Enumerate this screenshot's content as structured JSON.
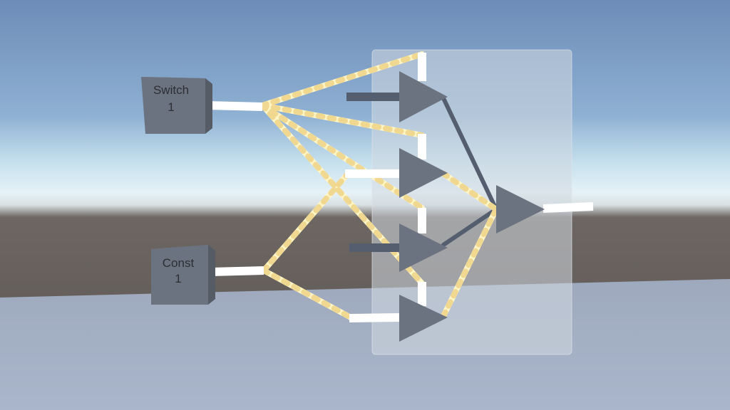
{
  "scene": {
    "colors": {
      "sky_top": "#6d8cb8",
      "sky_horizon": "#e6f2f7",
      "ground": "#5f5a57",
      "floor": "#a9b6cb",
      "block": "#6b7380",
      "triangle": "#6b7380",
      "wire_active": "#fff6c8",
      "wire_dash": "#f0d890",
      "wire_off": "#545e6e",
      "panel": "#c8d0da"
    },
    "icons": [
      "play-triangle-icon"
    ]
  },
  "blocks": {
    "switch": {
      "line1": "Switch",
      "line2": "1"
    },
    "const": {
      "line1": "Const",
      "line2": "1"
    }
  }
}
